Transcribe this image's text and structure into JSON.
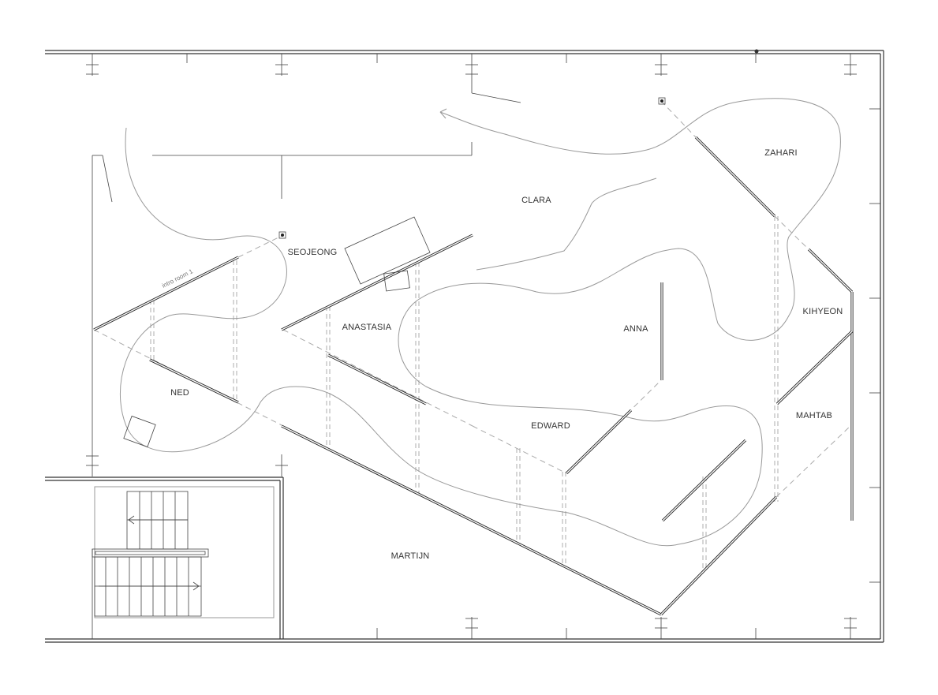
{
  "plan": {
    "rooms": [
      {
        "id": "zahari",
        "label": "ZAHARI"
      },
      {
        "id": "clara",
        "label": "CLARA"
      },
      {
        "id": "seojeong",
        "label": "SEOJEONG"
      },
      {
        "id": "anastasia",
        "label": "ANASTASIA"
      },
      {
        "id": "anna",
        "label": "ANNA"
      },
      {
        "id": "kihyeon",
        "label": "KIHYEON"
      },
      {
        "id": "ned",
        "label": "NED"
      },
      {
        "id": "edward",
        "label": "EDWARD"
      },
      {
        "id": "mahtab",
        "label": "MAHTAB"
      },
      {
        "id": "martijn",
        "label": "MARTIJN"
      }
    ],
    "annotation": "intro room 1"
  }
}
